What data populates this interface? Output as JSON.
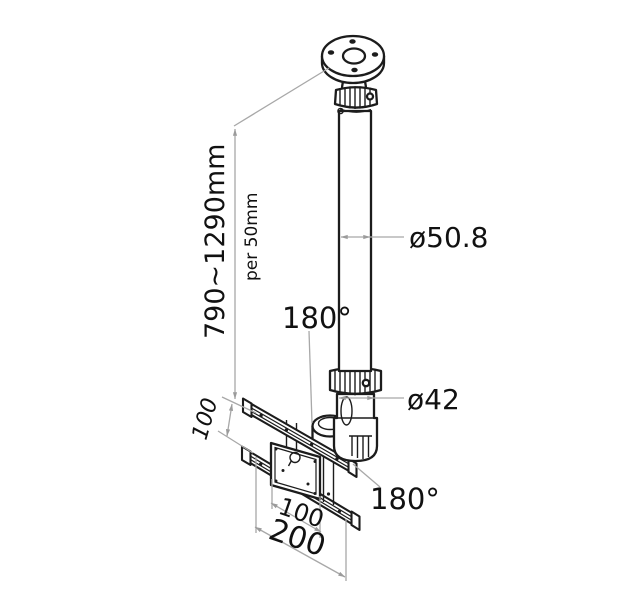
{
  "diagram": {
    "labels": {
      "height_range": "790~1290mm",
      "height_increment": "per 50mm",
      "pole_diameter": "ø50.8",
      "tube_diameter": "ø42",
      "rotation_top": "180°",
      "rotation_bottom": "180°",
      "vesa_height": "100",
      "vesa_width": "100",
      "bracket_width": "200"
    },
    "colors": {
      "outline": "#1c1c1c",
      "dimension_line": "#a8a8a8",
      "label_text": "#111111",
      "background": "#ffffff"
    }
  }
}
